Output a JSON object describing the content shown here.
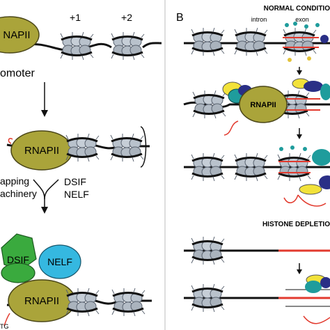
{
  "panel_a": {
    "rnapii_top": "NAPII",
    "pos1": "+1",
    "pos2": "+2",
    "promoter": "omoter",
    "rnapii_mid": "RNAPII",
    "capping_1": "apping",
    "capping_2": "achinery",
    "dsif_side": "DSIF",
    "nelf_side": "NELF",
    "dsif_bubble": "DSIF",
    "nelf_bubble": "NELF",
    "rnapii_bottom": "RNAPII",
    "tg": "TG"
  },
  "panel_b": {
    "letter": "B",
    "normal": "NORMAL CONDITIO",
    "intron": "intron",
    "exon": "exon",
    "rnapii": "RNAPII",
    "histone_depletion": "HISTONE DEPLETIO"
  },
  "colors": {
    "rnapii": "#aaa43a",
    "dsif": "#3aaa3e",
    "nelf": "#35b8e0",
    "exon_red": "#e23a2e",
    "teal": "#1f9c9c",
    "navy": "#2a2f86",
    "yellow": "#f2e23a"
  }
}
